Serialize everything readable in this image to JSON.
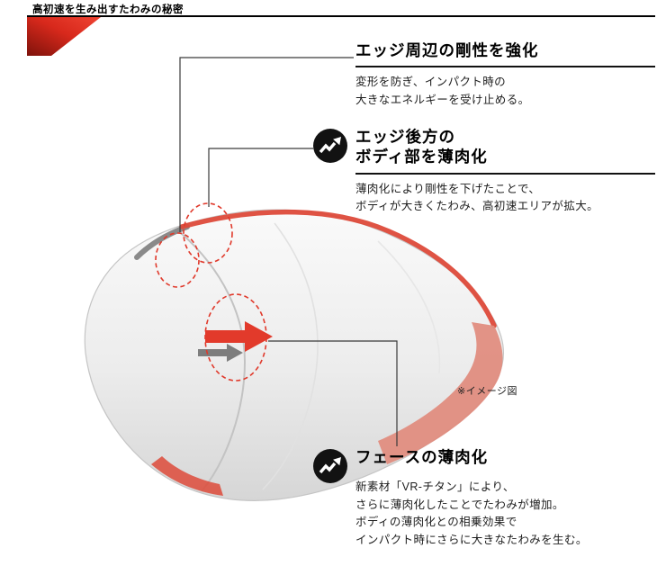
{
  "header": {
    "title": "高初速を生み出すたわみの秘密"
  },
  "note": "※イメージ図",
  "annotations": [
    {
      "id": "edge-rigidity",
      "title_lines": [
        "エッジ周辺の剛性を強化"
      ],
      "body_lines": [
        "変形を防ぎ、インパクト時の",
        "大きなエネルギーを受け止める。"
      ]
    },
    {
      "id": "body-thinning",
      "icon": "growth-arrow-icon",
      "title_lines": [
        "エッジ後方の",
        "ボディ部を薄肉化"
      ],
      "body_lines": [
        "薄肉化により剛性を下げたことで、",
        "ボディが大きくたわみ、高初速エリアが拡大。"
      ]
    },
    {
      "id": "face-thinning",
      "icon": "growth-arrow-icon",
      "title_lines": [
        "フェースの薄肉化"
      ],
      "body_lines": [
        "新素材「VR-チタン」により、",
        "さらに薄肉化したことでたわみが増加。",
        "ボディの薄肉化との相乗効果で",
        "インパクト時にさらに大きなたわみを生む。"
      ]
    }
  ],
  "colors": {
    "accent_red": "#dd4a3a",
    "salmon": "#e08d80",
    "line_black": "#111111"
  }
}
